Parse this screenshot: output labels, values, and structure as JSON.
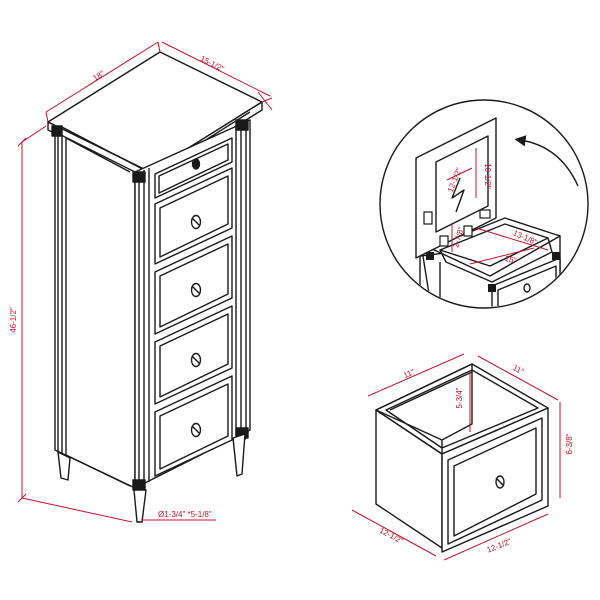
{
  "colors": {
    "line": "#1a1a1a",
    "dimension": "#c8102e",
    "background": "#ffffff"
  },
  "cabinet": {
    "width_label": "18\"",
    "depth_label": "15-1/2\"",
    "height_label": "46-1/2\"",
    "leg_label": "Ø1-3/4\" *5-1/8\""
  },
  "lid_detail": {
    "mirror_width": "12-1/2\"",
    "mirror_height": "10-1/2\"",
    "compartment_height": "2-7/8\"",
    "compartment_depth": "13-1/8\"",
    "compartment_width": "15\"",
    "rotation_icon": "curved-arrow-icon"
  },
  "drawer_detail": {
    "top_left": "11\"",
    "top_right": "11\"",
    "inner_height": "5-3/4\"",
    "outer_height": "6-3/8\"",
    "bottom_left": "12-1/2\"",
    "bottom_right": "12-1/2\""
  }
}
